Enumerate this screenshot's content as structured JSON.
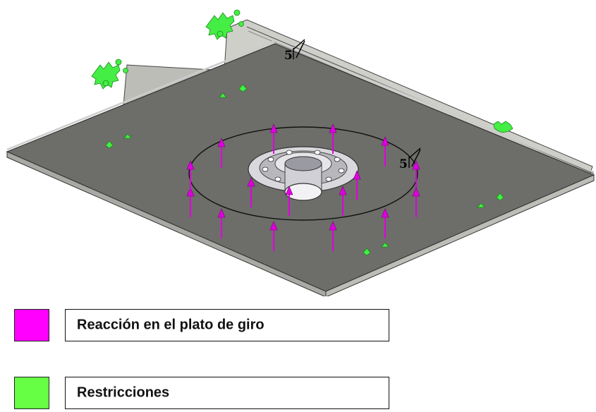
{
  "colors": {
    "plate_top": "#6d6d69",
    "plate_edge": "#a8a8a4",
    "reaction": "#e000e0",
    "restriction": "#44ee44",
    "background": "#ffffff"
  },
  "dimensions": {
    "weld_label_1": "5",
    "weld_label_2": "5"
  },
  "legend": {
    "items": [
      {
        "label": "Reacción en el plato de giro",
        "color": "#ff00ff"
      },
      {
        "label": "Restricciones",
        "color": "#66ff44"
      }
    ]
  }
}
